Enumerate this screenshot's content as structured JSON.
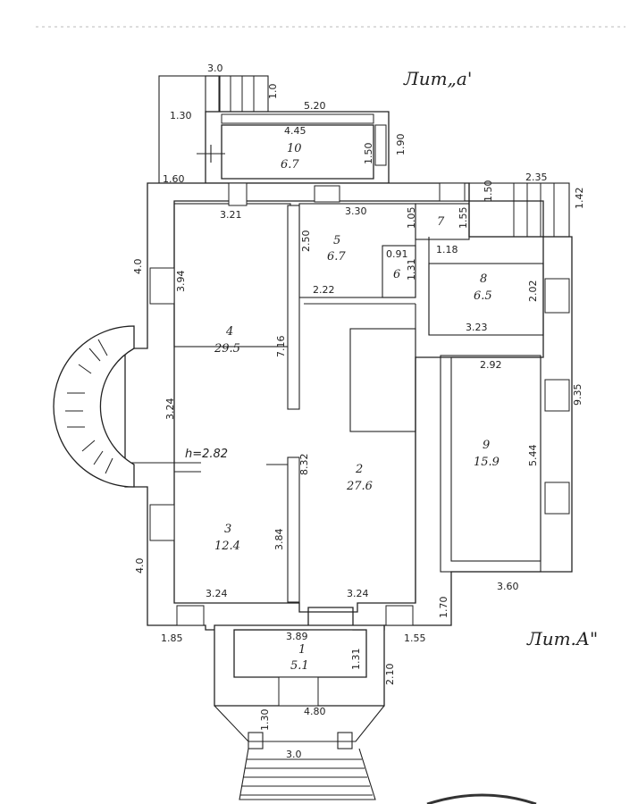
{
  "labels": {
    "lit_upper": "Лит„а'",
    "lit_lower": "Лит.А\"",
    "height_note": "h=2.82"
  },
  "rooms": [
    {
      "number": "1",
      "area": "5.1"
    },
    {
      "number": "2",
      "area": "27.6"
    },
    {
      "number": "3",
      "area": "12.4"
    },
    {
      "number": "4",
      "area": "29.5"
    },
    {
      "number": "5",
      "area": "6.7"
    },
    {
      "number": "6",
      "area": ""
    },
    {
      "number": "7",
      "area": ""
    },
    {
      "number": "8",
      "area": "6.5"
    },
    {
      "number": "9",
      "area": "15.9"
    },
    {
      "number": "10",
      "area": "6.7"
    }
  ],
  "dimensions": {
    "d_3_0_top": "3.0",
    "d_1_30": "1.30",
    "d_1_0": "1.0",
    "d_5_20": "5.20",
    "d_4_45": "4.45",
    "d_1_50_v": "1.50",
    "d_1_90": "1.90",
    "d_1_60": "1.60",
    "d_2_35": "2.35",
    "d_1_42": "1.42",
    "d_1_50_b": "1.50",
    "d_3_21": "3.21",
    "d_3_30": "3.30",
    "d_1_05": "1.05",
    "d_1_55": "1.55",
    "d_2_50": "2.50",
    "d_1_18": "1.18",
    "d_0_91": "0.91",
    "d_1_31_top": "1.31",
    "d_4_0_top": "4.0",
    "d_3_94": "3.94",
    "d_2_22": "2.22",
    "d_2_02": "2.02",
    "d_3_23": "3.23",
    "d_2_92": "2.92",
    "d_9_35": "9.35",
    "d_7_16": "7.16",
    "d_3_24_v": "3.24",
    "d_5_44": "5.44",
    "d_8_32": "8.32",
    "d_3_84": "3.84",
    "d_4_0_bot": "4.0",
    "d_3_60": "3.60",
    "d_3_24_a": "3.24",
    "d_3_24_b": "3.24",
    "d_1_70": "1.70",
    "d_1_85": "1.85",
    "d_3_89": "3.89",
    "d_1_55_bot": "1.55",
    "d_1_31_bot": "1.31",
    "d_2_10": "2.10",
    "d_4_80": "4.80",
    "d_1_30_bot": "1.30",
    "d_3_0_bot": "3.0"
  }
}
